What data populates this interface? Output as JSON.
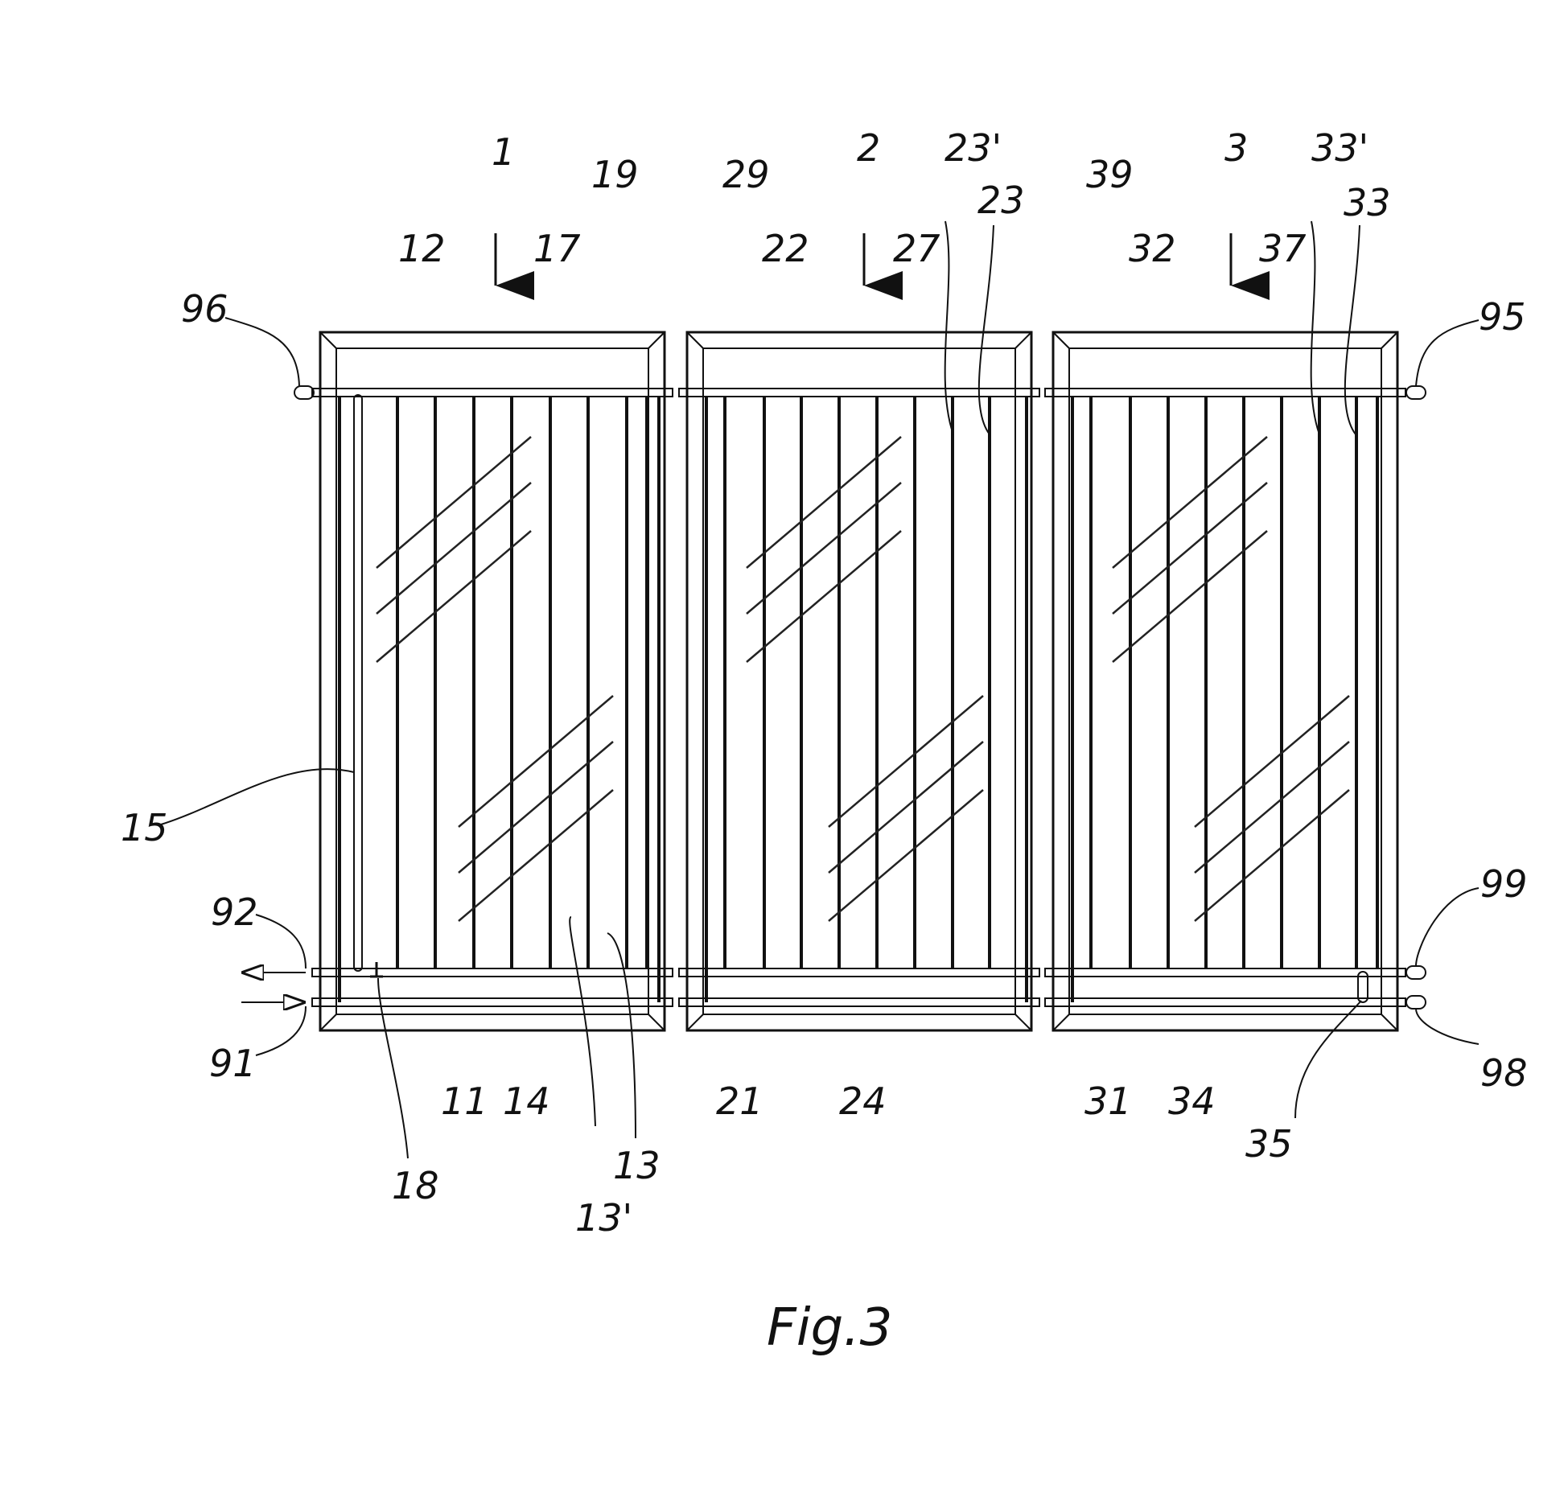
{
  "figure": {
    "caption": "Fig.3",
    "ink_color": "#111111",
    "background_color": "#ffffff"
  },
  "labels": {
    "p1": "1",
    "p2": "2",
    "p3": "3",
    "n11": "11",
    "n12": "12",
    "n13": "13",
    "n13p": "13'",
    "n14": "14",
    "n15": "15",
    "n17": "17",
    "n18": "18",
    "n19": "19",
    "n21": "21",
    "n22": "22",
    "n23": "23",
    "n23p": "23'",
    "n24": "24",
    "n27": "27",
    "n29": "29",
    "n31": "31",
    "n32": "32",
    "n33": "33",
    "n33p": "33'",
    "n34": "34",
    "n35": "35",
    "n37": "37",
    "n39": "39",
    "n91": "91",
    "n92": "92",
    "n95": "95",
    "n96": "96",
    "n98": "98",
    "n99": "99"
  }
}
